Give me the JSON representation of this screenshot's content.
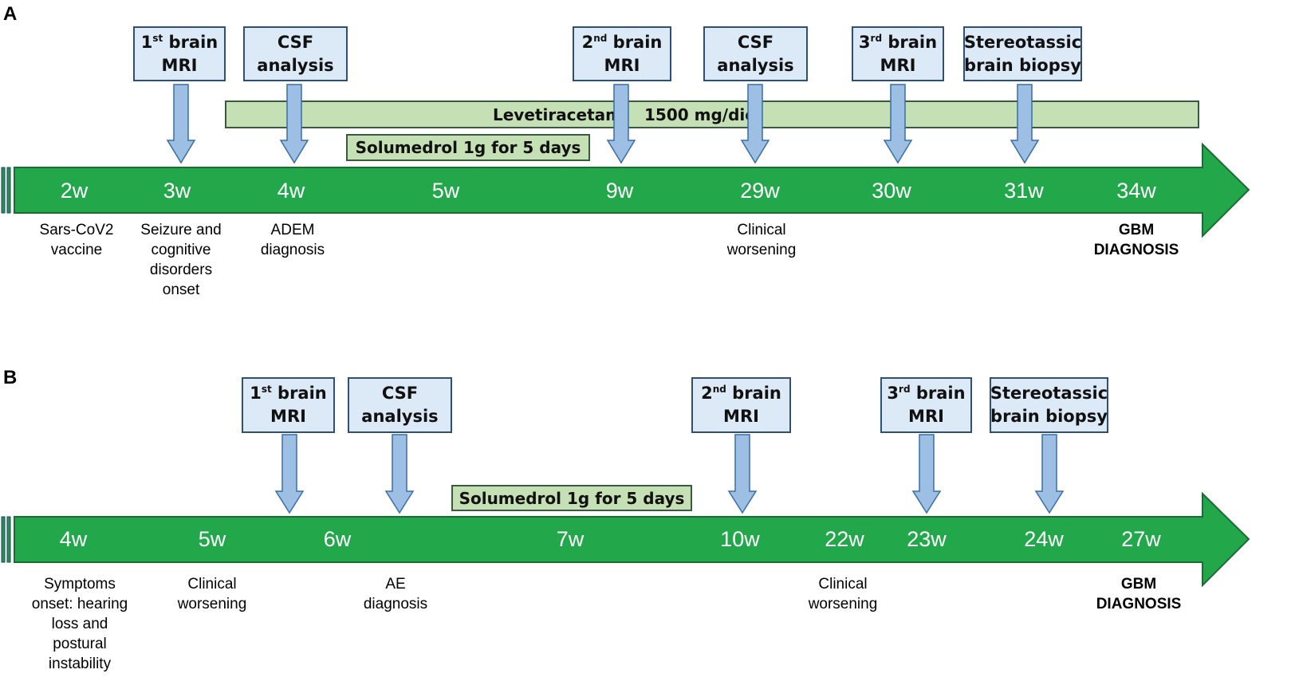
{
  "panels": [
    {
      "label": "A",
      "events": [
        {
          "ord": "1",
          "sup": "st",
          "rest": "brain",
          "line2": "MRI"
        },
        {
          "ord": "",
          "sup": "",
          "rest": "CSF",
          "line2": "analysis"
        },
        {
          "ord": "2",
          "sup": "nd",
          "rest": "brain",
          "line2": "MRI"
        },
        {
          "ord": "",
          "sup": "",
          "rest": "CSF",
          "line2": "analysis"
        },
        {
          "ord": "3",
          "sup": "rd",
          "rest": "brain",
          "line2": "MRI"
        },
        {
          "ord": "",
          "sup": "",
          "rest": "Stereotassic",
          "line2": "brain biopsy"
        }
      ],
      "therapies": {
        "levetiracetam_name": "Levetiracetam",
        "levetiracetam_dose": "1500 mg/die",
        "solumedrol": "Solumedrol 1g for 5 days"
      },
      "weeks": [
        "2w",
        "3w",
        "4w",
        "5w",
        "9w",
        "29w",
        "30w",
        "31w",
        "34w"
      ],
      "notes": [
        {
          "lines": [
            "Sars-CoV2",
            "vaccine"
          ]
        },
        {
          "lines": [
            "Seizure and",
            "cognitive",
            "disorders",
            "onset"
          ]
        },
        {
          "lines": [
            "ADEM",
            "diagnosis"
          ]
        },
        {
          "lines": [
            "Clinical",
            "worsening"
          ]
        },
        {
          "lines": [
            "GBM",
            "DIAGNOSIS"
          ],
          "bold": true
        }
      ]
    },
    {
      "label": "B",
      "events": [
        {
          "ord": "1",
          "sup": "st",
          "rest": "brain",
          "line2": "MRI"
        },
        {
          "ord": "",
          "sup": "",
          "rest": "CSF",
          "line2": "analysis"
        },
        {
          "ord": "2",
          "sup": "nd",
          "rest": "brain",
          "line2": "MRI"
        },
        {
          "ord": "3",
          "sup": "rd",
          "rest": "brain",
          "line2": "MRI"
        },
        {
          "ord": "",
          "sup": "",
          "rest": "Stereotassic",
          "line2": "brain biopsy"
        }
      ],
      "therapies": {
        "solumedrol": "Solumedrol 1g for 5 days"
      },
      "weeks": [
        "4w",
        "5w",
        "6w",
        "7w",
        "10w",
        "22w",
        "23w",
        "24w",
        "27w"
      ],
      "notes": [
        {
          "lines": [
            "Symptoms",
            "onset: hearing",
            "loss and",
            "postural",
            "instability"
          ]
        },
        {
          "lines": [
            "Clinical",
            "worsening"
          ]
        },
        {
          "lines": [
            "AE",
            "diagnosis"
          ]
        },
        {
          "lines": [
            "Clinical",
            "worsening"
          ]
        },
        {
          "lines": [
            "GBM",
            "DIAGNOSIS"
          ],
          "bold": true
        }
      ]
    }
  ],
  "colors": {
    "timeline": "#22a84a",
    "timeline_border": "#1b6b34",
    "event_box": "#dce9f7",
    "event_border": "#2f4f74",
    "arrow_fill": "#9dbfe4",
    "therapy_fill": "#c5e0b4"
  }
}
